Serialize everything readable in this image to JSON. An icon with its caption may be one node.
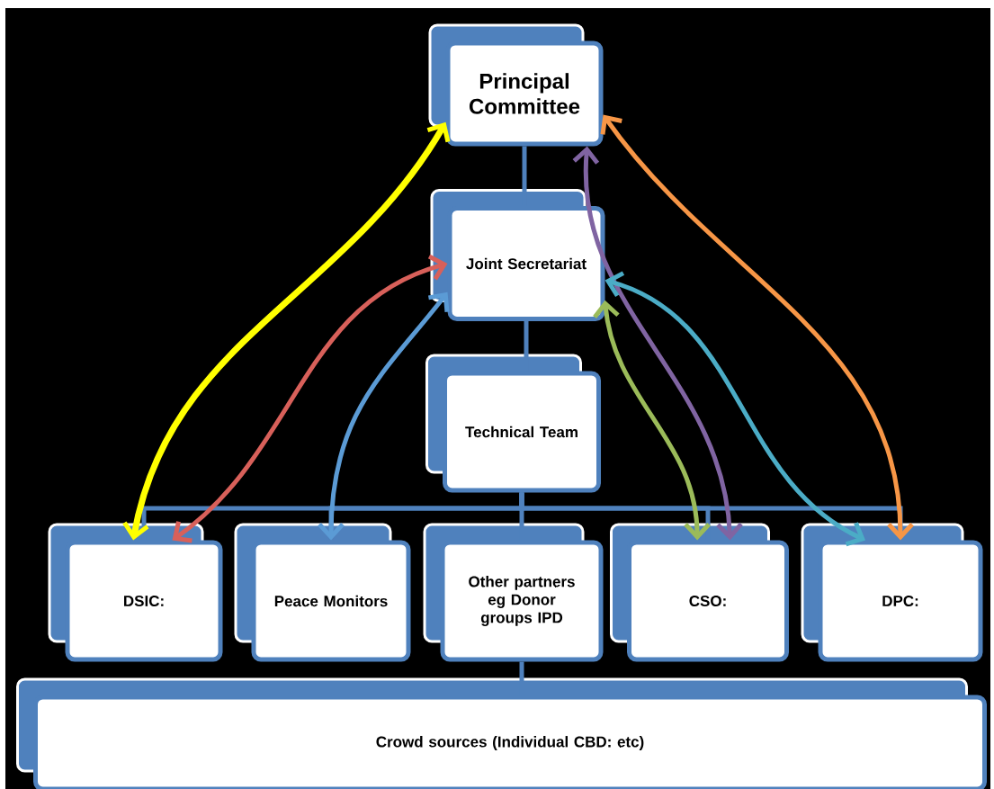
{
  "diagram": {
    "nodes": [
      {
        "text": [
          "Principal Committee"
        ]
      },
      {
        "text": [
          "Joint Secretariat"
        ]
      },
      {
        "text": [
          "Technical Team"
        ]
      },
      {
        "text": [
          "DSIC:"
        ]
      },
      {
        "text": [
          "Peace Monitors"
        ]
      },
      {
        "text": [
          "Other partners eg Donor groups IPD"
        ]
      },
      {
        "text": [
          "CSO:"
        ]
      },
      {
        "text": [
          "DPC:"
        ]
      },
      {
        "text": [
          "Crowd sources (Individual CBD: etc)"
        ]
      }
    ],
    "edges": [
      {
        "from": 0,
        "to": 1,
        "arrow": "none"
      },
      {
        "from": 1,
        "to": 2,
        "arrow": "none"
      },
      {
        "from": 2,
        "to": 3,
        "arrow": "none"
      },
      {
        "from": 2,
        "to": 4,
        "arrow": "none"
      },
      {
        "from": 2,
        "to": 5,
        "arrow": "none"
      },
      {
        "from": 2,
        "to": 6,
        "arrow": "none"
      },
      {
        "from": 2,
        "to": 7,
        "arrow": "none"
      },
      {
        "from": 5,
        "to": 8,
        "arrow": "none"
      },
      {
        "from": 0,
        "to": 3,
        "arrow": "both",
        "color": "#ffff00"
      },
      {
        "from": 1,
        "to": 3,
        "arrow": "both",
        "color": "#d8605a"
      },
      {
        "from": 1,
        "to": 4,
        "arrow": "both",
        "color": "#5b9bd5"
      },
      {
        "from": 1,
        "to": 6,
        "arrow": "both",
        "color": "#9bbb59"
      },
      {
        "from": 0,
        "to": 6,
        "arrow": "both",
        "color": "#8064a2"
      },
      {
        "from": 1,
        "to": 7,
        "arrow": "both",
        "color": "#4bacc6"
      },
      {
        "from": 0,
        "to": 7,
        "arrow": "both",
        "color": "#f79646"
      }
    ]
  }
}
